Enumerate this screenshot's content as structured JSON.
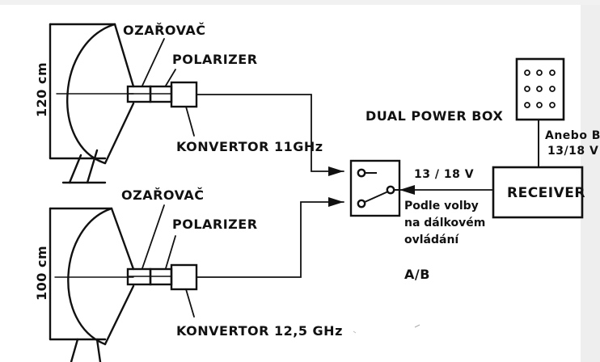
{
  "dish_top": {
    "size_label": "120 cm",
    "feed_label": "OZAŘOVAČ",
    "polarizer_label": "POLARIZER",
    "converter_label": "KONVERTOR 11GHz"
  },
  "dish_bottom": {
    "size_label": "100 cm",
    "feed_label": "OZAŘOVAČ",
    "polarizer_label": "POLARIZER",
    "converter_label": "KONVERTOR 12,5 GHz"
  },
  "power_box": {
    "label": "DUAL POWER BOX"
  },
  "receiver": {
    "label": "RECEIVER"
  },
  "remote": {
    "label_line1": "Anebo B",
    "label_line2": "13/18 V"
  },
  "link": {
    "voltage_label": "13 / 18 V",
    "note_line1": "Podle volby",
    "note_line2": "na dálkovém",
    "note_line3": "ovládání",
    "ab_label": "A/B"
  },
  "colors": {
    "ink": "#111111",
    "background": "#ffffff",
    "edge_shadow": "#e4e4e4"
  }
}
